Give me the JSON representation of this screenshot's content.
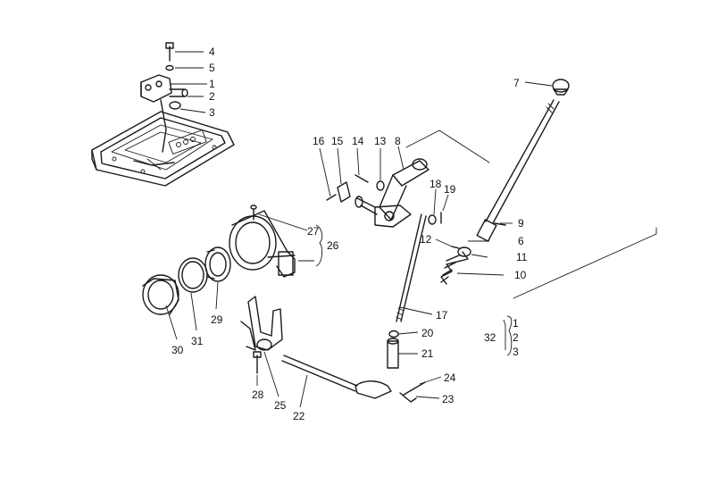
{
  "callouts": [
    {
      "id": "c4",
      "text": "4"
    },
    {
      "id": "c5",
      "text": "5"
    },
    {
      "id": "c1",
      "text": "1"
    },
    {
      "id": "c2",
      "text": "2"
    },
    {
      "id": "c3",
      "text": "3"
    },
    {
      "id": "c7",
      "text": "7"
    },
    {
      "id": "c16",
      "text": "16"
    },
    {
      "id": "c15",
      "text": "15"
    },
    {
      "id": "c14",
      "text": "14"
    },
    {
      "id": "c13",
      "text": "13"
    },
    {
      "id": "c8",
      "text": "8"
    },
    {
      "id": "c18",
      "text": "18"
    },
    {
      "id": "c19",
      "text": "19"
    },
    {
      "id": "c9",
      "text": "9"
    },
    {
      "id": "c12",
      "text": "12"
    },
    {
      "id": "c6",
      "text": "6"
    },
    {
      "id": "c11",
      "text": "11"
    },
    {
      "id": "c10",
      "text": "10"
    },
    {
      "id": "c27",
      "text": "27"
    },
    {
      "id": "c26",
      "text": "26"
    },
    {
      "id": "c17",
      "text": "17"
    },
    {
      "id": "c20",
      "text": "20"
    },
    {
      "id": "c21",
      "text": "21"
    },
    {
      "id": "c24",
      "text": "24"
    },
    {
      "id": "c23",
      "text": "23"
    },
    {
      "id": "c30",
      "text": "30"
    },
    {
      "id": "c31",
      "text": "31"
    },
    {
      "id": "c29",
      "text": "29"
    },
    {
      "id": "c28",
      "text": "28"
    },
    {
      "id": "c25",
      "text": "25"
    },
    {
      "id": "c22",
      "text": "22"
    },
    {
      "id": "c32",
      "text": "32"
    },
    {
      "id": "c32a",
      "text": "1"
    },
    {
      "id": "c32b",
      "text": "2"
    },
    {
      "id": "c32c",
      "text": "3"
    }
  ]
}
